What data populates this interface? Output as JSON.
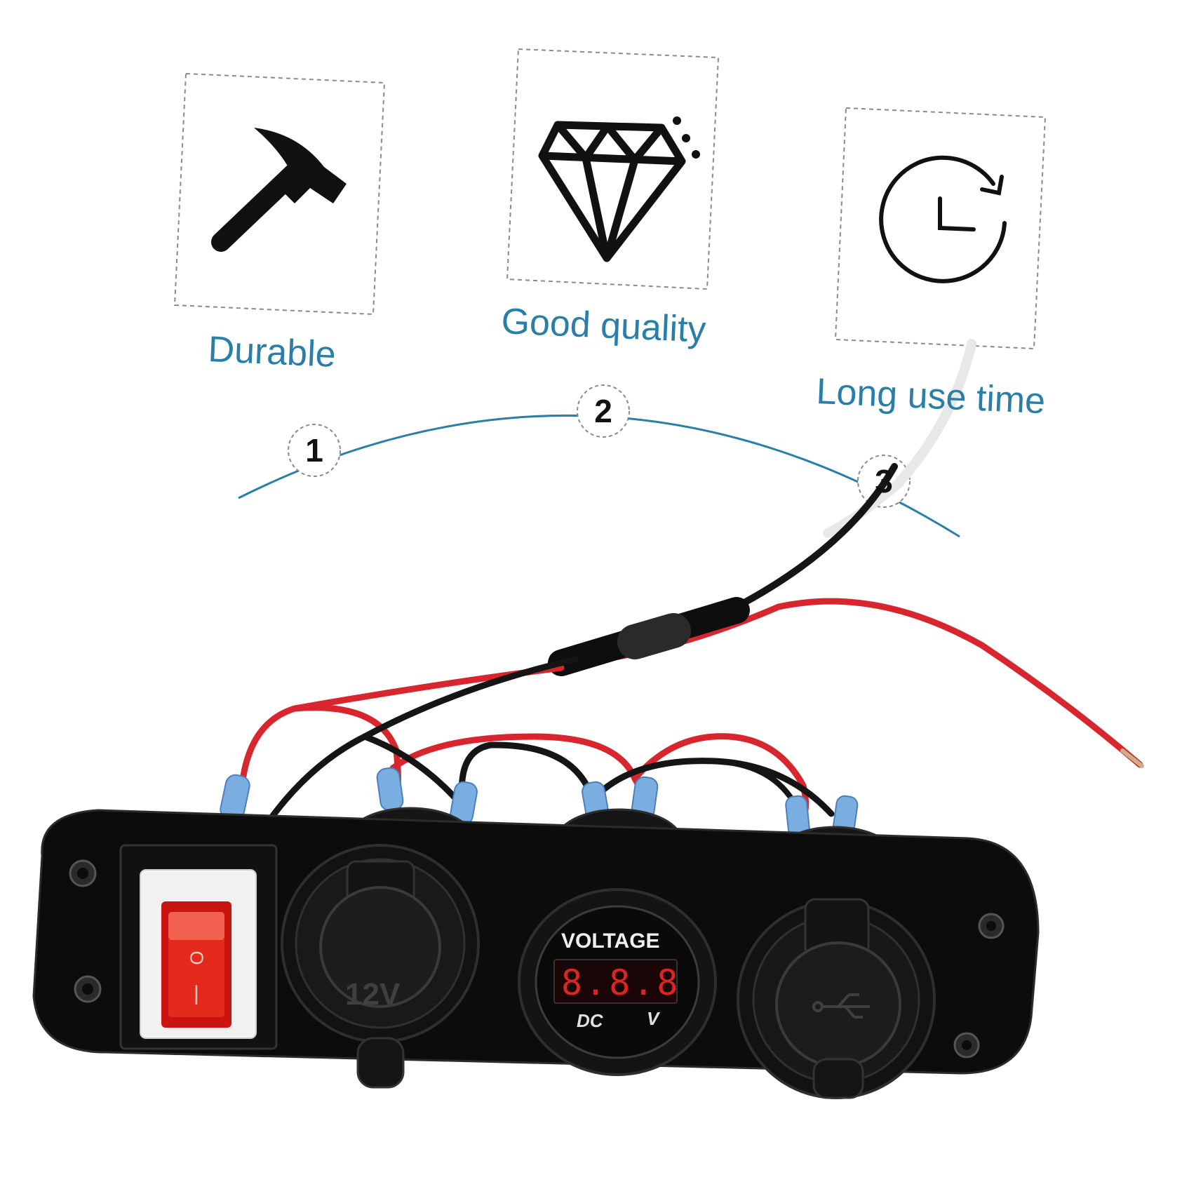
{
  "features": [
    {
      "number": "1",
      "label": "Durable",
      "icon": "hammer-icon"
    },
    {
      "number": "2",
      "label": "Good quality",
      "icon": "diamond-icon"
    },
    {
      "number": "3",
      "label": "Long use time",
      "icon": "clock-icon"
    }
  ],
  "panel": {
    "voltmeter_title": "VOLTAGE",
    "voltmeter_reading": "8.8.8",
    "voltmeter_unit_left": "DC",
    "voltmeter_unit_right": "V",
    "socket_label": "12V",
    "usb_icon": "usb-icon",
    "switch_on_symbol": "|",
    "switch_off_symbol": "O"
  },
  "colors": {
    "accent_blue": "#2a7fa8",
    "panel_black": "#0c0c0c",
    "wire_red": "#d7262e",
    "wire_black": "#151515",
    "switch_red": "#e32a1c",
    "display_red": "#ff2a2a"
  }
}
